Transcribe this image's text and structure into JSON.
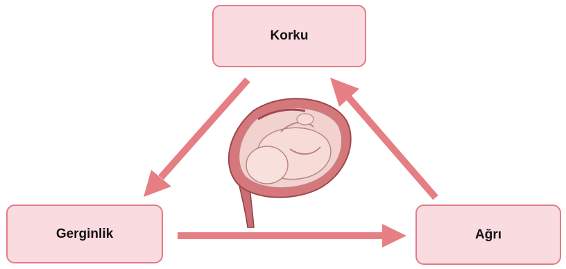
{
  "nodes": {
    "top": {
      "label": "Korku"
    },
    "left": {
      "label": "Gerginlik"
    },
    "right": {
      "label": "Ağrı"
    }
  },
  "colors": {
    "box_fill": "#f9dbe0",
    "box_border": "#e07c86",
    "arrow": "#e57f83",
    "text": "#111111"
  },
  "illustration": {
    "subject": "fetus-in-uterus"
  }
}
